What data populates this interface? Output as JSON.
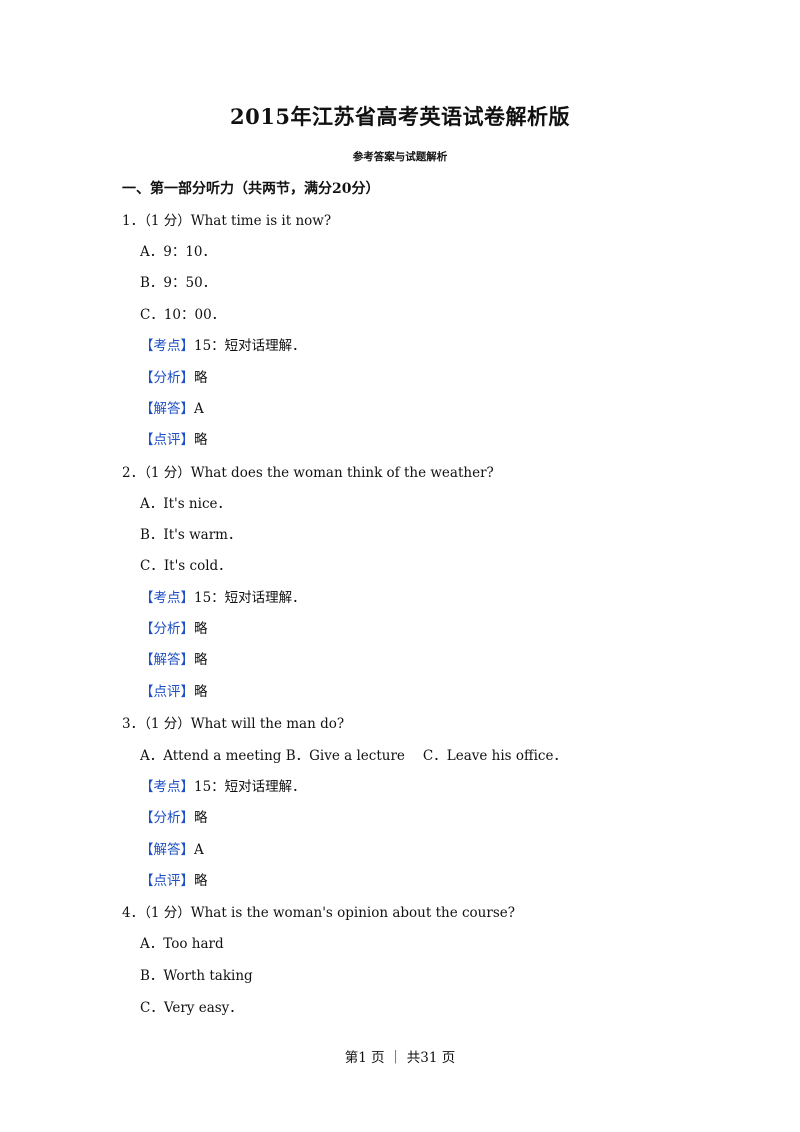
{
  "doc": {
    "title": "2015年江苏省高考英语试卷解析版",
    "subtitle": "参考答案与试题解析",
    "section": "一、第一部分听力（共两节，满分20分）",
    "labels": {
      "kaodian": "【考点】",
      "fenxi": "【分析】",
      "jieda": "【解答】",
      "dianping": "【点评】"
    },
    "questions": [
      {
        "stem": "1．（1 分）What time is it now?",
        "options": [
          "A．9：10．",
          "B．9：50．",
          "C．10：00．"
        ],
        "kaodian": "15：短对话理解．",
        "fenxi": "略",
        "jieda": "A",
        "dianping": "略"
      },
      {
        "stem": "2．（1 分）What does the woman think of the weather?",
        "options": [
          "A．It's nice．",
          "B．It's warm．",
          "C．It's cold．"
        ],
        "kaodian": "15：短对话理解．",
        "fenxi": "略",
        "jieda": "略",
        "dianping": "略"
      },
      {
        "stem": "3．（1 分）What will the man do?",
        "options": [
          "A．Attend a meeting B．Give a lecture",
          "C．Leave his office．"
        ],
        "kaodian": "15：短对话理解．",
        "fenxi": "略",
        "jieda": "A",
        "dianping": "略"
      },
      {
        "stem": "4．（1 分）What is the woman's opinion about the course?",
        "options": [
          "A．Too hard",
          "B．Worth taking",
          "C．Very easy．"
        ]
      }
    ],
    "footer": "第1 页 ｜ 共31 页"
  }
}
